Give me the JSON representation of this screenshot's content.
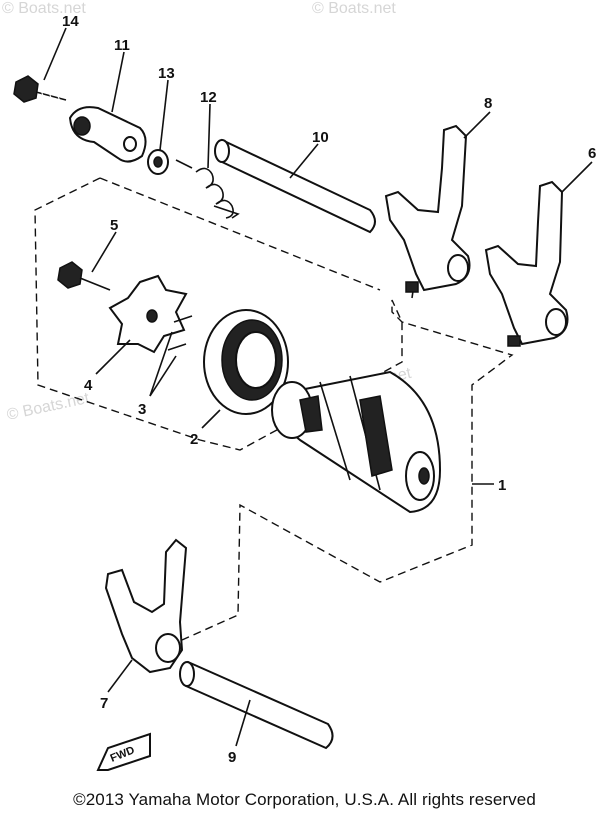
{
  "watermarks": [
    "© Boats.net",
    "© Boats.net",
    "© Boats.net",
    "© Boats.net"
  ],
  "callouts": {
    "p1": "1",
    "p2": "2",
    "p3": "3",
    "p4": "4",
    "p5": "5",
    "p6": "6",
    "p7": "7",
    "p8": "8",
    "p9": "9",
    "p10": "10",
    "p11": "11",
    "p12": "12",
    "p13": "13",
    "p14": "14"
  },
  "fwd_label": "FWD",
  "copyright": "©2013 Yamaha Motor Corporation, U.S.A. All rights reserved"
}
